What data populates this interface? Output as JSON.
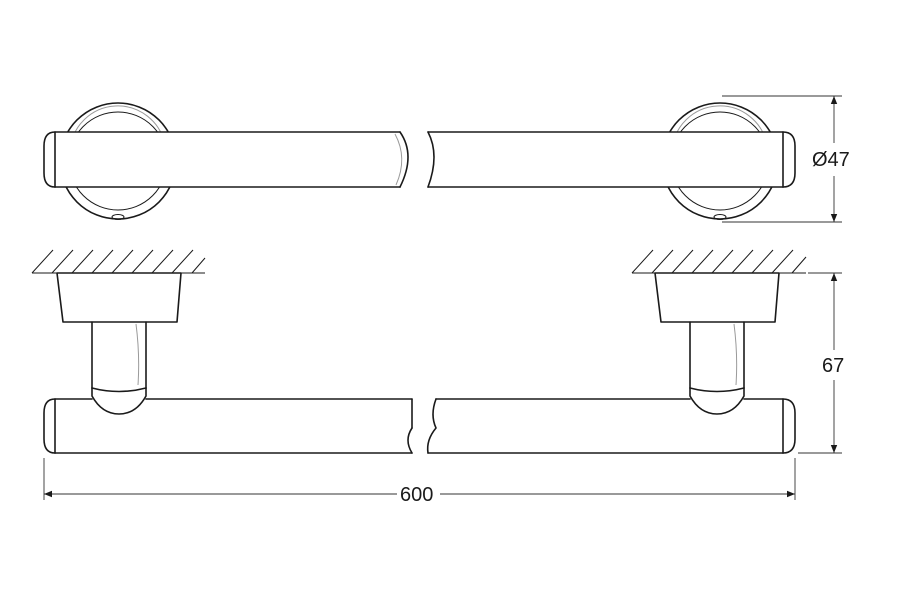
{
  "drawing": {
    "dimensions": {
      "diameter_label": "Ø47",
      "projection_label": "67",
      "length_label": "600"
    }
  }
}
